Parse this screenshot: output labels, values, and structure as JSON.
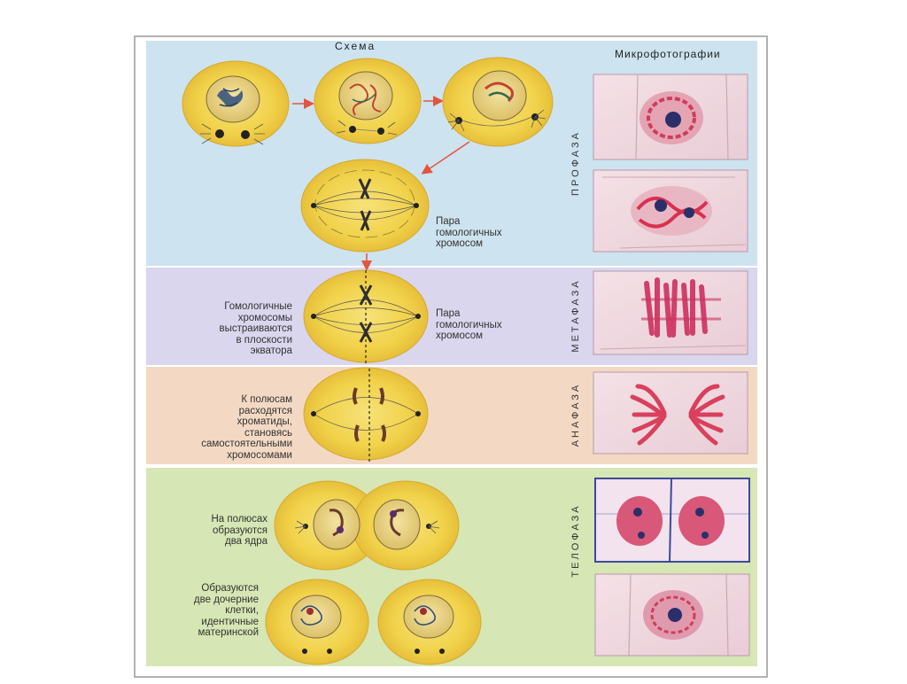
{
  "headers": {
    "scheme": "Схема",
    "micrographs": "Микрофотографии"
  },
  "phases": {
    "prophase": "ПРОФАЗА",
    "metaphase": "МЕТАФАЗА",
    "anaphase": "АНАФАЗА",
    "telophase": "ТЕЛОФАЗА"
  },
  "labels": {
    "pair_prophase": "Пара\nгомологичных\nхромосом",
    "homologous_line": "Гомологичные\nхромосомы\nвыстраиваются\nв плоскости\nэкватора",
    "pair_metaphase": "Пара\nгомологичных\nхромосом",
    "anaphase_text": "К полюсам\nрасходятся\nхроматиды,\nстановясь\nсамостоятельными\nхромосомами",
    "telophase_nuclei": "На полюсах\nобразуются\nдва ядра",
    "daughter_cells": "Образуются\nдве дочерние\nклетки,\nидентичные\nматеринской"
  },
  "colors": {
    "prophase_bg": "#cde3ef",
    "metaphase_bg": "#d9d6ee",
    "anaphase_bg": "#f3d9c4",
    "telophase_bg": "#d6e6b4",
    "cell_outer": "#f2d64a",
    "cell_inner": "#e9c64a",
    "arrow": "#e2553f",
    "micro_bg": "#f1dbe2",
    "chromosome": "#d6406a"
  }
}
